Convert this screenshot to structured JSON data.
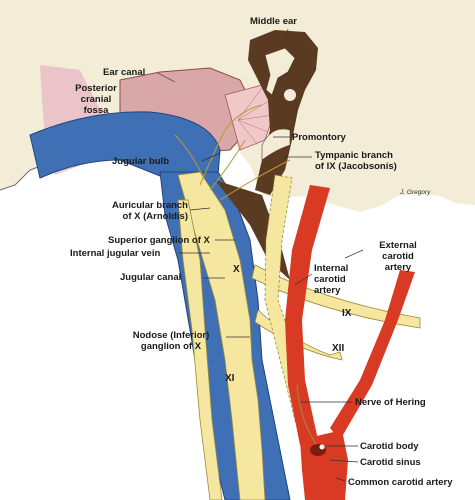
{
  "colors": {
    "background_tan": "#f3ecd6",
    "skull_white": "#ffffff",
    "middle_ear_brown": "#5a3b22",
    "ear_canal_pink": "#d9a7a7",
    "vein_blue": "#3f6fb5",
    "nerve_yellow": "#f5e7a0",
    "artery_red": "#d83a24",
    "carotid_body": "#7a1d12"
  },
  "labels": {
    "middle_ear": "Middle ear",
    "posterior_cranial_fossa": [
      "Posterior",
      "cranial",
      "fossa"
    ],
    "ear_canal": "Ear canal",
    "promontory": "Promontory",
    "jugular_bulb": "Jugular bulb",
    "tympanic_branch": [
      "Tympanic branch",
      "of IX (Jacobsonís)"
    ],
    "signature": "J. Gregory",
    "auricular_branch": [
      "Auricular branch",
      "of X (Arnoldís)"
    ],
    "superior_ganglion": "Superior ganglion of X",
    "internal_jugular_vein": "Internal jugular vein",
    "external_carotid_artery": [
      "External",
      "carotid",
      "artery"
    ],
    "jugular_canal": "Jugular canal",
    "x": "X",
    "internal_carotid_artery": [
      "Internal",
      "carotid",
      "artery"
    ],
    "ix": "IX",
    "nodose_ganglion": [
      "Nodose (Inferior)",
      "ganglion of X"
    ],
    "xii": "XII",
    "xi": "XI",
    "nerve_of_hering": "Nerve of Hering",
    "carotid_body": "Carotid body",
    "carotid_sinus": "Carotid sinus",
    "common_carotid_artery": "Common carotid artery"
  }
}
